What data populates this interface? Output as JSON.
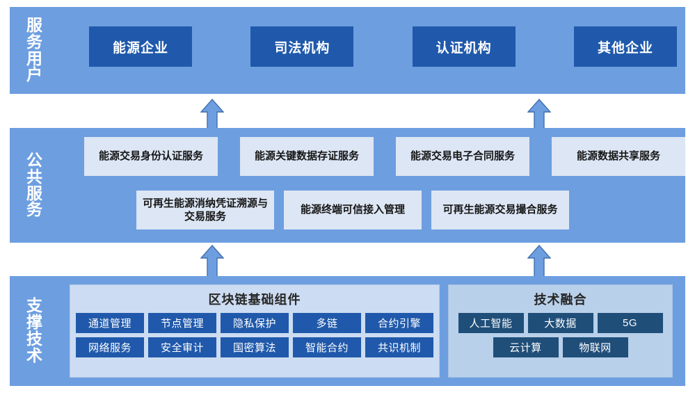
{
  "colors": {
    "band": "#6d9ee0",
    "dark_box": "#2059ab",
    "pale_box": "#dce6f4",
    "panel_blockchain_bg": "#ccdcf2",
    "panel_fusion_bg": "#b8d0ea",
    "fusion_chip": "#1f4e79",
    "arrow": "#6d9ee0",
    "arrow_stroke": "#3f6fae",
    "title_text": "#ffffff"
  },
  "layers": {
    "users": {
      "title": "服务用户",
      "title_vertical": "服\n务\n用\n户",
      "boxes": [
        {
          "label": "能源企业"
        },
        {
          "label": "司法机构"
        },
        {
          "label": "认证机构"
        },
        {
          "label": "其他企业"
        }
      ]
    },
    "public_services": {
      "title": "公共服务",
      "title_vertical": "公\n共\n服\n务",
      "row1": [
        {
          "label": "能源交易身份认证服务"
        },
        {
          "label": "能源关键数据存证服务"
        },
        {
          "label": "能源交易电子合同服务"
        },
        {
          "label": "能源数据共享服务"
        }
      ],
      "row2": [
        {
          "label": "可再生能源消纳凭证溯源与交易服务"
        },
        {
          "label": "能源终端可信接入管理"
        },
        {
          "label": "可再生能源交易撮合服务"
        }
      ]
    },
    "support_tech": {
      "title": "支撑技术",
      "title_vertical": "支\n撑\n技\n术",
      "panels": [
        {
          "title": "区块链基础组件",
          "rows": [
            [
              "通道管理",
              "节点管理",
              "隐私保护",
              "多链",
              "合约引擎"
            ],
            [
              "网络服务",
              "安全审计",
              "国密算法",
              "智能合约",
              "共识机制"
            ]
          ]
        },
        {
          "title": "技术融合",
          "rows": [
            [
              "人工智能",
              "大数据",
              "5G"
            ],
            [
              "云计算",
              "物联网"
            ]
          ]
        }
      ]
    }
  },
  "arrows": [
    {
      "name": "arrow-public-to-users-left",
      "icon": "arrow-up-icon"
    },
    {
      "name": "arrow-public-to-users-right",
      "icon": "arrow-up-icon"
    },
    {
      "name": "arrow-support-to-public-left",
      "icon": "arrow-up-icon"
    },
    {
      "name": "arrow-support-to-public-right",
      "icon": "arrow-up-icon"
    }
  ]
}
